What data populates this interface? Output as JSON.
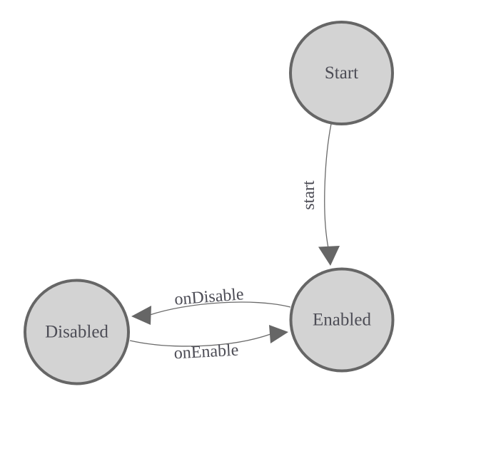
{
  "diagram": {
    "type": "state-machine-graph",
    "background_color": "#ffffff",
    "node_fill_color": "#d3d3d3",
    "node_stroke_color": "#666666",
    "edge_color": "#6a6a6a",
    "text_color": "#4d4d56",
    "nodes": [
      {
        "id": "start",
        "label": "Start"
      },
      {
        "id": "enabled",
        "label": "Enabled"
      },
      {
        "id": "disabled",
        "label": "Disabled"
      }
    ],
    "edges": [
      {
        "id": "start-to-enabled",
        "from": "Start",
        "to": "Enabled",
        "label": "start"
      },
      {
        "id": "enabled-to-disabled",
        "from": "Enabled",
        "to": "Disabled",
        "label": "onDisable"
      },
      {
        "id": "disabled-to-enabled",
        "from": "Disabled",
        "to": "Enabled",
        "label": "onEnable"
      }
    ]
  }
}
